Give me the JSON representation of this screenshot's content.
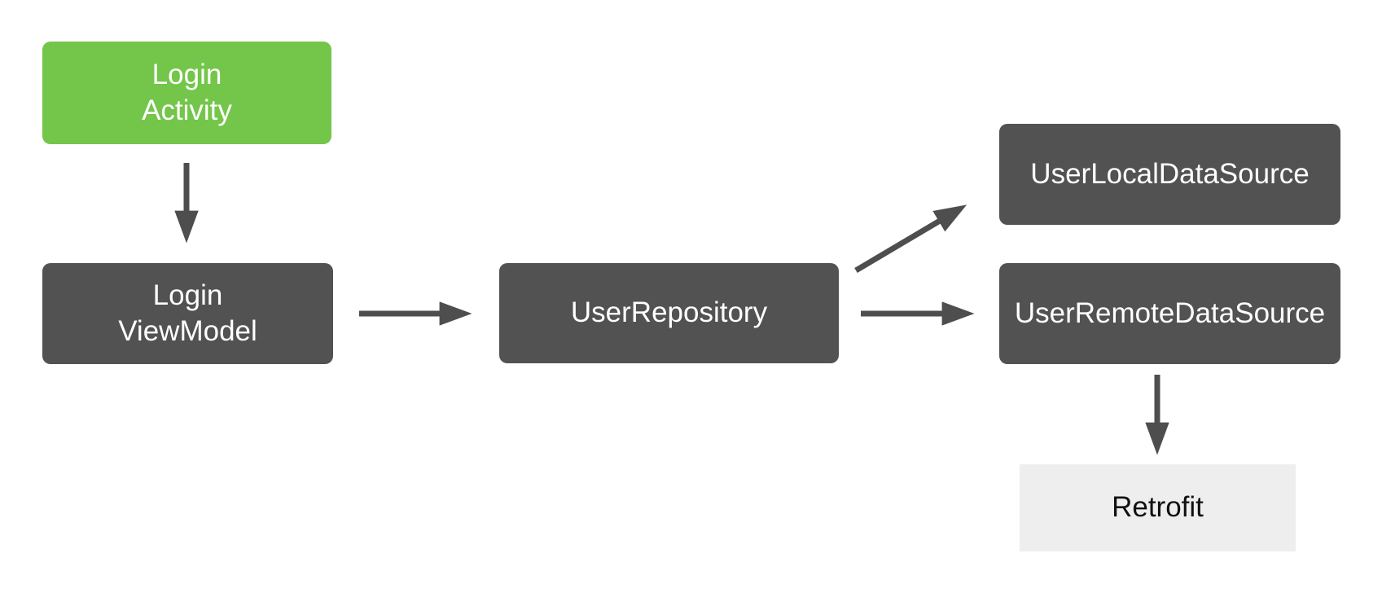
{
  "diagram": {
    "colors": {
      "canvas_bg": "#FFFFFF",
      "activity_green": "#73C64A",
      "component_gray": "#525252",
      "external_gray": "#EEEEEE",
      "arrow_gray": "#4E4E4E",
      "text_on_dark": "#FFFFFF",
      "text_on_light": "#111111"
    },
    "nodes": {
      "login_activity": {
        "label": "Login\nActivity"
      },
      "login_viewmodel": {
        "label": "Login\nViewModel"
      },
      "user_repository": {
        "label": "UserRepository"
      },
      "user_local_data_source": {
        "label": "UserLocalDataSource"
      },
      "user_remote_data_source": {
        "label": "UserRemoteDataSource"
      },
      "retrofit": {
        "label": "Retrofit"
      }
    },
    "edges": [
      {
        "from": "login_activity",
        "to": "login_viewmodel"
      },
      {
        "from": "login_viewmodel",
        "to": "user_repository"
      },
      {
        "from": "user_repository",
        "to": "user_local_data_source"
      },
      {
        "from": "user_repository",
        "to": "user_remote_data_source"
      },
      {
        "from": "user_remote_data_source",
        "to": "retrofit"
      }
    ]
  }
}
